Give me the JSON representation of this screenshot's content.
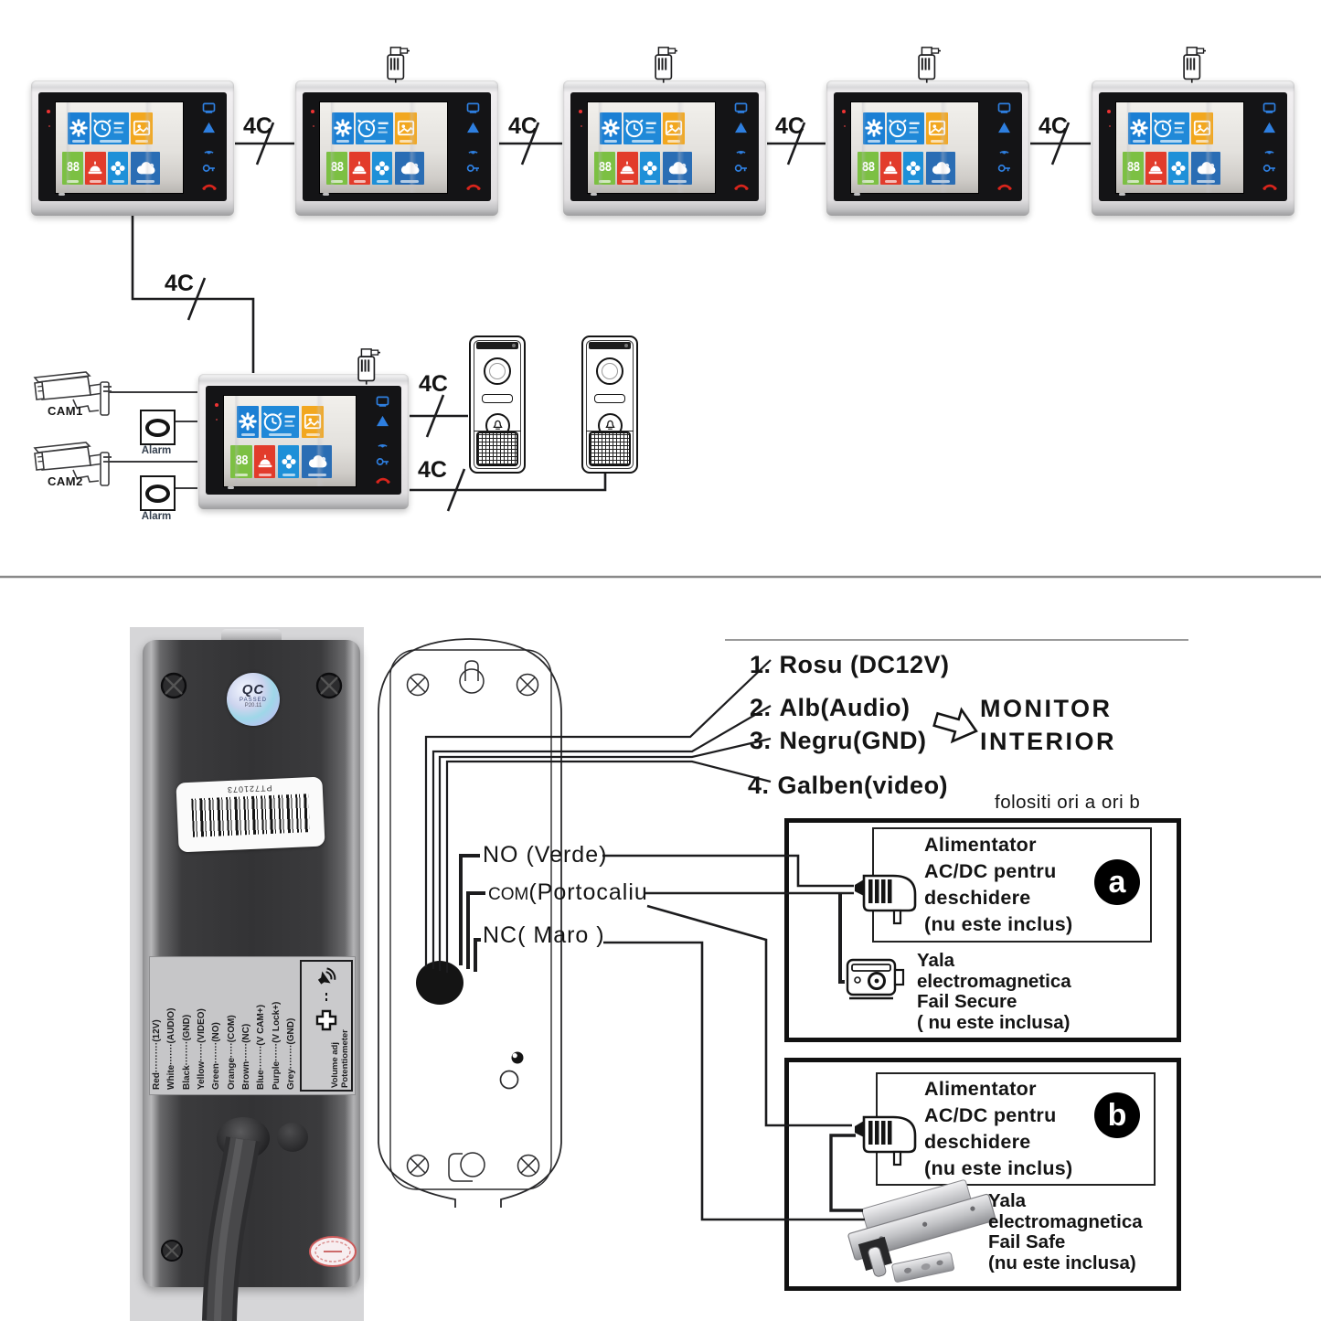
{
  "cable_label": "4C",
  "camera1_label": "CAM1",
  "camera2_label": "CAM2",
  "alarm_label": "Alarm",
  "wire_list": {
    "items": [
      {
        "num": "1.",
        "name": "Rosu (DC12V)"
      },
      {
        "num": "2.",
        "name": "Alb(Audio)"
      },
      {
        "num": "3.",
        "name": "Negru(GND)"
      },
      {
        "num": "4.",
        "name": "Galben(video)"
      }
    ],
    "dest_line1": "MONITOR",
    "dest_line2": "INTERIOR",
    "note": "folositi ori a ori b"
  },
  "terminals": {
    "no": "NO (Verde)",
    "com_abbr": "COM",
    "com_rest": "(Portocaliu",
    "nc": "NC( Maro )"
  },
  "unit_back": {
    "qc_line1": "QC",
    "qc_line2": "PASSED",
    "qc_line3": "P20.11",
    "barcode_text": "PT721073",
    "label_wires": [
      "Red··········(12V)",
      "White·······(AUDIO)",
      "Black········(GND)",
      "Yellow······(VIDEO)",
      "Green·······(NO)",
      "Orange·····(COM)",
      "Brown······(NC)",
      "Blue········(V CAM+)",
      "Purple······(V Lock+)",
      "Grey········(GND)"
    ],
    "volume_line1": "Volume adj",
    "volume_line2": "Potentiometer"
  },
  "option_a": {
    "badge": "a",
    "psu_lines": [
      "Alimentator",
      "AC/DC pentru",
      "deschidere",
      "(nu este inclus)"
    ],
    "lock_lines": [
      "Yala",
      "electromagnetica",
      "Fail Secure",
      "( nu este inclusa)"
    ]
  },
  "option_b": {
    "badge": "b",
    "psu_lines": [
      "Alimentator",
      "AC/DC pentru",
      "deschidere",
      "(nu este inclus)"
    ],
    "lock_lines": [
      "Yala",
      "electromagnetica",
      "Fail Safe",
      "(nu este inclusa)"
    ]
  }
}
